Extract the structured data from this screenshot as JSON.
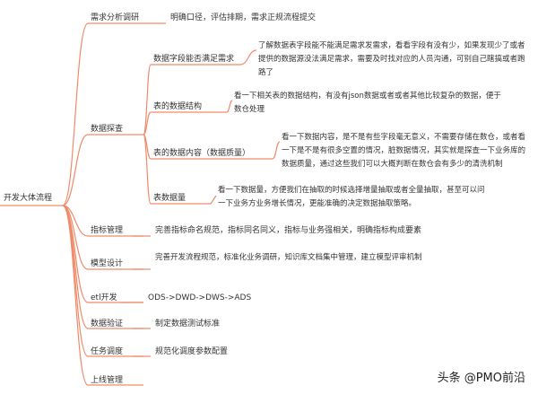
{
  "root": {
    "label": "开发大体流程"
  },
  "branches": [
    {
      "label": "需求分析调研",
      "detail": "明确口径，评估排期，需求正规流程提交"
    },
    {
      "label": "数据探查",
      "children": [
        {
          "label": "数据字段能否满足需求",
          "detail": "了解数据表字段能不能满足需求发需求，看看字段有没有少，如果发现少了或者提供的数据源没法满足需求，需要及时找对应的人员沟通，可别自己瞎搞或者跑路了"
        },
        {
          "label": "表的数据结构",
          "detail": "看一下相关表的数据结构，有没有json数据或者或者其他比较复杂的数据，便于数仓处理"
        },
        {
          "label": "表的数据内容（数据质量）",
          "detail": "看一下数据内容，是不是有些字段毫无意义，不需要存储在数仓，或者看一下是不是有很多空置的情况，脏数据情况，其实就是探查一下业务库的数据质量，通过这些我们可以大概判断在数仓会有多少的清洗机制"
        },
        {
          "label": "表数据量",
          "detail": "看一下数据量，方便我们在抽取的时候选择增量抽取或者全量抽取，甚至可以问一下业务方业务增长情况，更能准确的决定数据抽取策略。"
        }
      ]
    },
    {
      "label": "指标管理",
      "detail": "完善指标命名规范，指标同名同义，指标与业务强相关，明确指标构成要素"
    },
    {
      "label": "模型设计",
      "detail": "完善开发流程规范，标准化业务调研，知识库文档集中管理，建立模型评审机制"
    },
    {
      "label": "etl开发",
      "detail": "ODS->DWD->DWS->ADS"
    },
    {
      "label": "数据验证",
      "detail": "制定数据测试标准"
    },
    {
      "label": "任务调度",
      "detail": "规范化调度参数配置"
    },
    {
      "label": "上线管理"
    }
  ],
  "watermark": "头条 @PMO前沿",
  "colors": {
    "line": "#f08a6a",
    "text": "#333333"
  }
}
